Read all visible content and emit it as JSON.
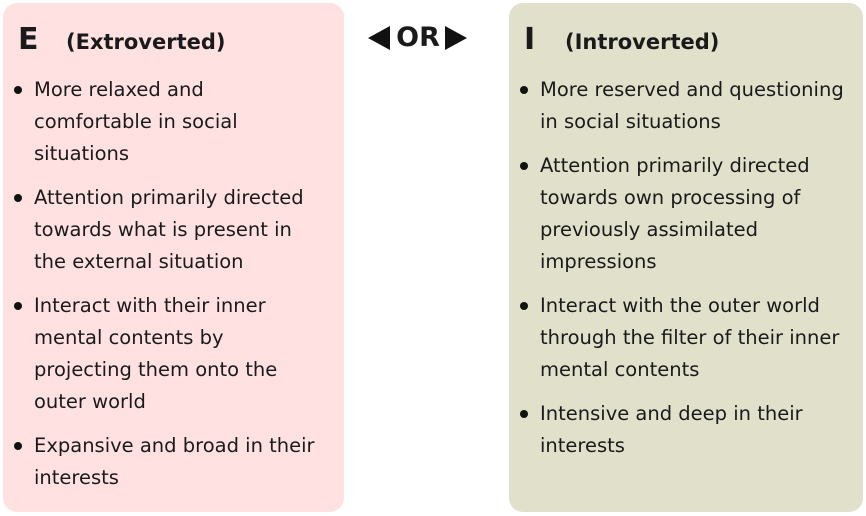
{
  "extrovert": {
    "letter": "E",
    "label": "(Extroverted)",
    "color": "#ffe1e1",
    "traits": [
      "More relaxed and comfortable in social situations",
      "Attention primarily directed towards what is present in the external situation",
      "Interact with their inner mental contents by projecting them onto the outer world",
      "Expansive and broad in their interests"
    ]
  },
  "separator": {
    "label": "OR",
    "left_icon": "arrow-left-icon",
    "right_icon": "arrow-right-icon"
  },
  "introvert": {
    "letter": "I",
    "label": "(Introverted)",
    "color": "#e0e0cb",
    "traits": [
      "More reserved and questioning in social situations",
      "Attention primarily directed towards own processing of previously assimilated impressions",
      "Interact with the outer world through the filter of their inner mental contents",
      "Intensive and deep in their interests"
    ]
  }
}
